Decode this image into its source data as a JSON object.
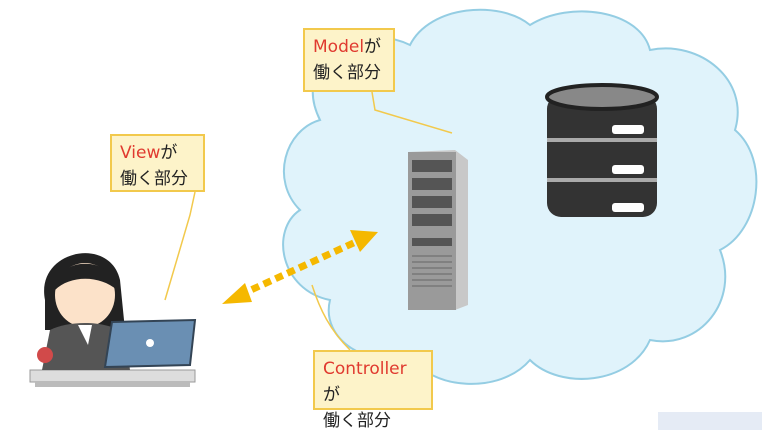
{
  "labels": {
    "model": {
      "highlight": "Model",
      "suffix": "が",
      "line2": "働く部分"
    },
    "view": {
      "highlight": "View",
      "suffix": "が",
      "line2": "働く部分"
    },
    "controller": {
      "highlight": "Controller",
      "suffix": "が",
      "line2": "働く部分"
    }
  },
  "colors": {
    "cloud_fill": "#e0f3fb",
    "cloud_stroke": "#94cde3",
    "label_fill": "#fdf3c9",
    "label_border": "#f2c94c",
    "highlight_text": "#e03a2f",
    "arrow": "#f5b800"
  },
  "icons": [
    "cloud-icon",
    "server-icon",
    "database-icon",
    "user-at-laptop-icon",
    "double-arrow-icon"
  ]
}
